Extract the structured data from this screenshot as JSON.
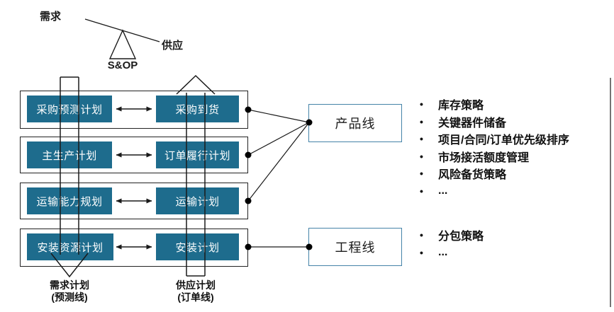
{
  "balance": {
    "demand_label": "需求",
    "supply_label": "供应",
    "fulcrum_label": "S&OP"
  },
  "rows": [
    {
      "left": "采购预测计划",
      "right": "采购到货"
    },
    {
      "left": "主生产计划",
      "right": "订单履行计划"
    },
    {
      "left": "运输能力规划",
      "right": "运输计划"
    },
    {
      "left": "安装资源计划",
      "right": "安装计划"
    }
  ],
  "pipes": {
    "demand": {
      "title": "需求计划",
      "subtitle": "(预测线)"
    },
    "supply": {
      "title": "供应计划",
      "subtitle": "(订单线)"
    }
  },
  "groups": [
    {
      "label": "产品线",
      "bullets": [
        "库存策略",
        "关键器件储备",
        "项目/合同/订单优先级排序",
        "市场接活额度管理",
        "风险备货策略",
        "..."
      ]
    },
    {
      "label": "工程线",
      "bullets": [
        "分包策略",
        "..."
      ]
    }
  ],
  "bullet_glyph": "•",
  "colors": {
    "plan_box_fill": "#1E6C8D",
    "plan_box_text": "#FFFFFF",
    "group_box_border": "#4583A8",
    "container_border": "#222222",
    "line_color": "#1a1a1a"
  }
}
